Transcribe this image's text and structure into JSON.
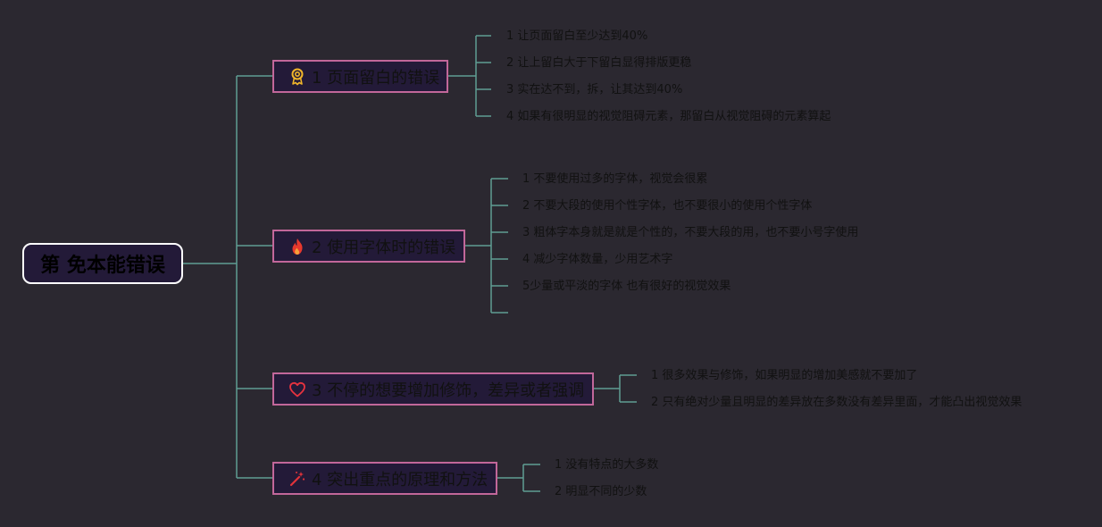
{
  "root": {
    "label": "第 免本能错误"
  },
  "colors": {
    "connector": "#5f9d93",
    "branch_border": "#c2679a",
    "node_fill": "#231a38",
    "background": "#2b2830"
  },
  "branches": [
    {
      "icon": "award-icon",
      "label": "1 页面留白的错误",
      "children": [
        "1 让页面留白至少达到40%",
        "2 让上留白大于下留白显得排版更稳",
        "3 实在达不到，拆，让其达到40%",
        "4 如果有很明显的视觉阻碍元素，那留白从视觉阻碍的元素算起"
      ]
    },
    {
      "icon": "fire-icon",
      "label": "2 使用字体时的错误",
      "children": [
        "1 不要使用过多的字体，视觉会很累",
        "2 不要大段的使用个性字体，也不要很小的使用个性字体",
        "3 粗体字本身就是就是个性的，不要大段的用，也不要小号字使用",
        "4 减少字体数量，少用艺术字",
        "5少量或平淡的字体 也有很好的视觉效果",
        ""
      ]
    },
    {
      "icon": "heart-icon",
      "label": "3 不停的想要增加修饰，差异或者强调",
      "children": [
        "1 很多效果与修饰，如果明显的增加美感就不要加了",
        "2 只有绝对少量且明显的差异放在多数没有差异里面，才能凸出视觉效果"
      ]
    },
    {
      "icon": "magic-wand-icon",
      "label": "4 突出重点的原理和方法",
      "children": [
        "1 没有特点的大多数",
        "2 明显不同的少数"
      ]
    }
  ]
}
